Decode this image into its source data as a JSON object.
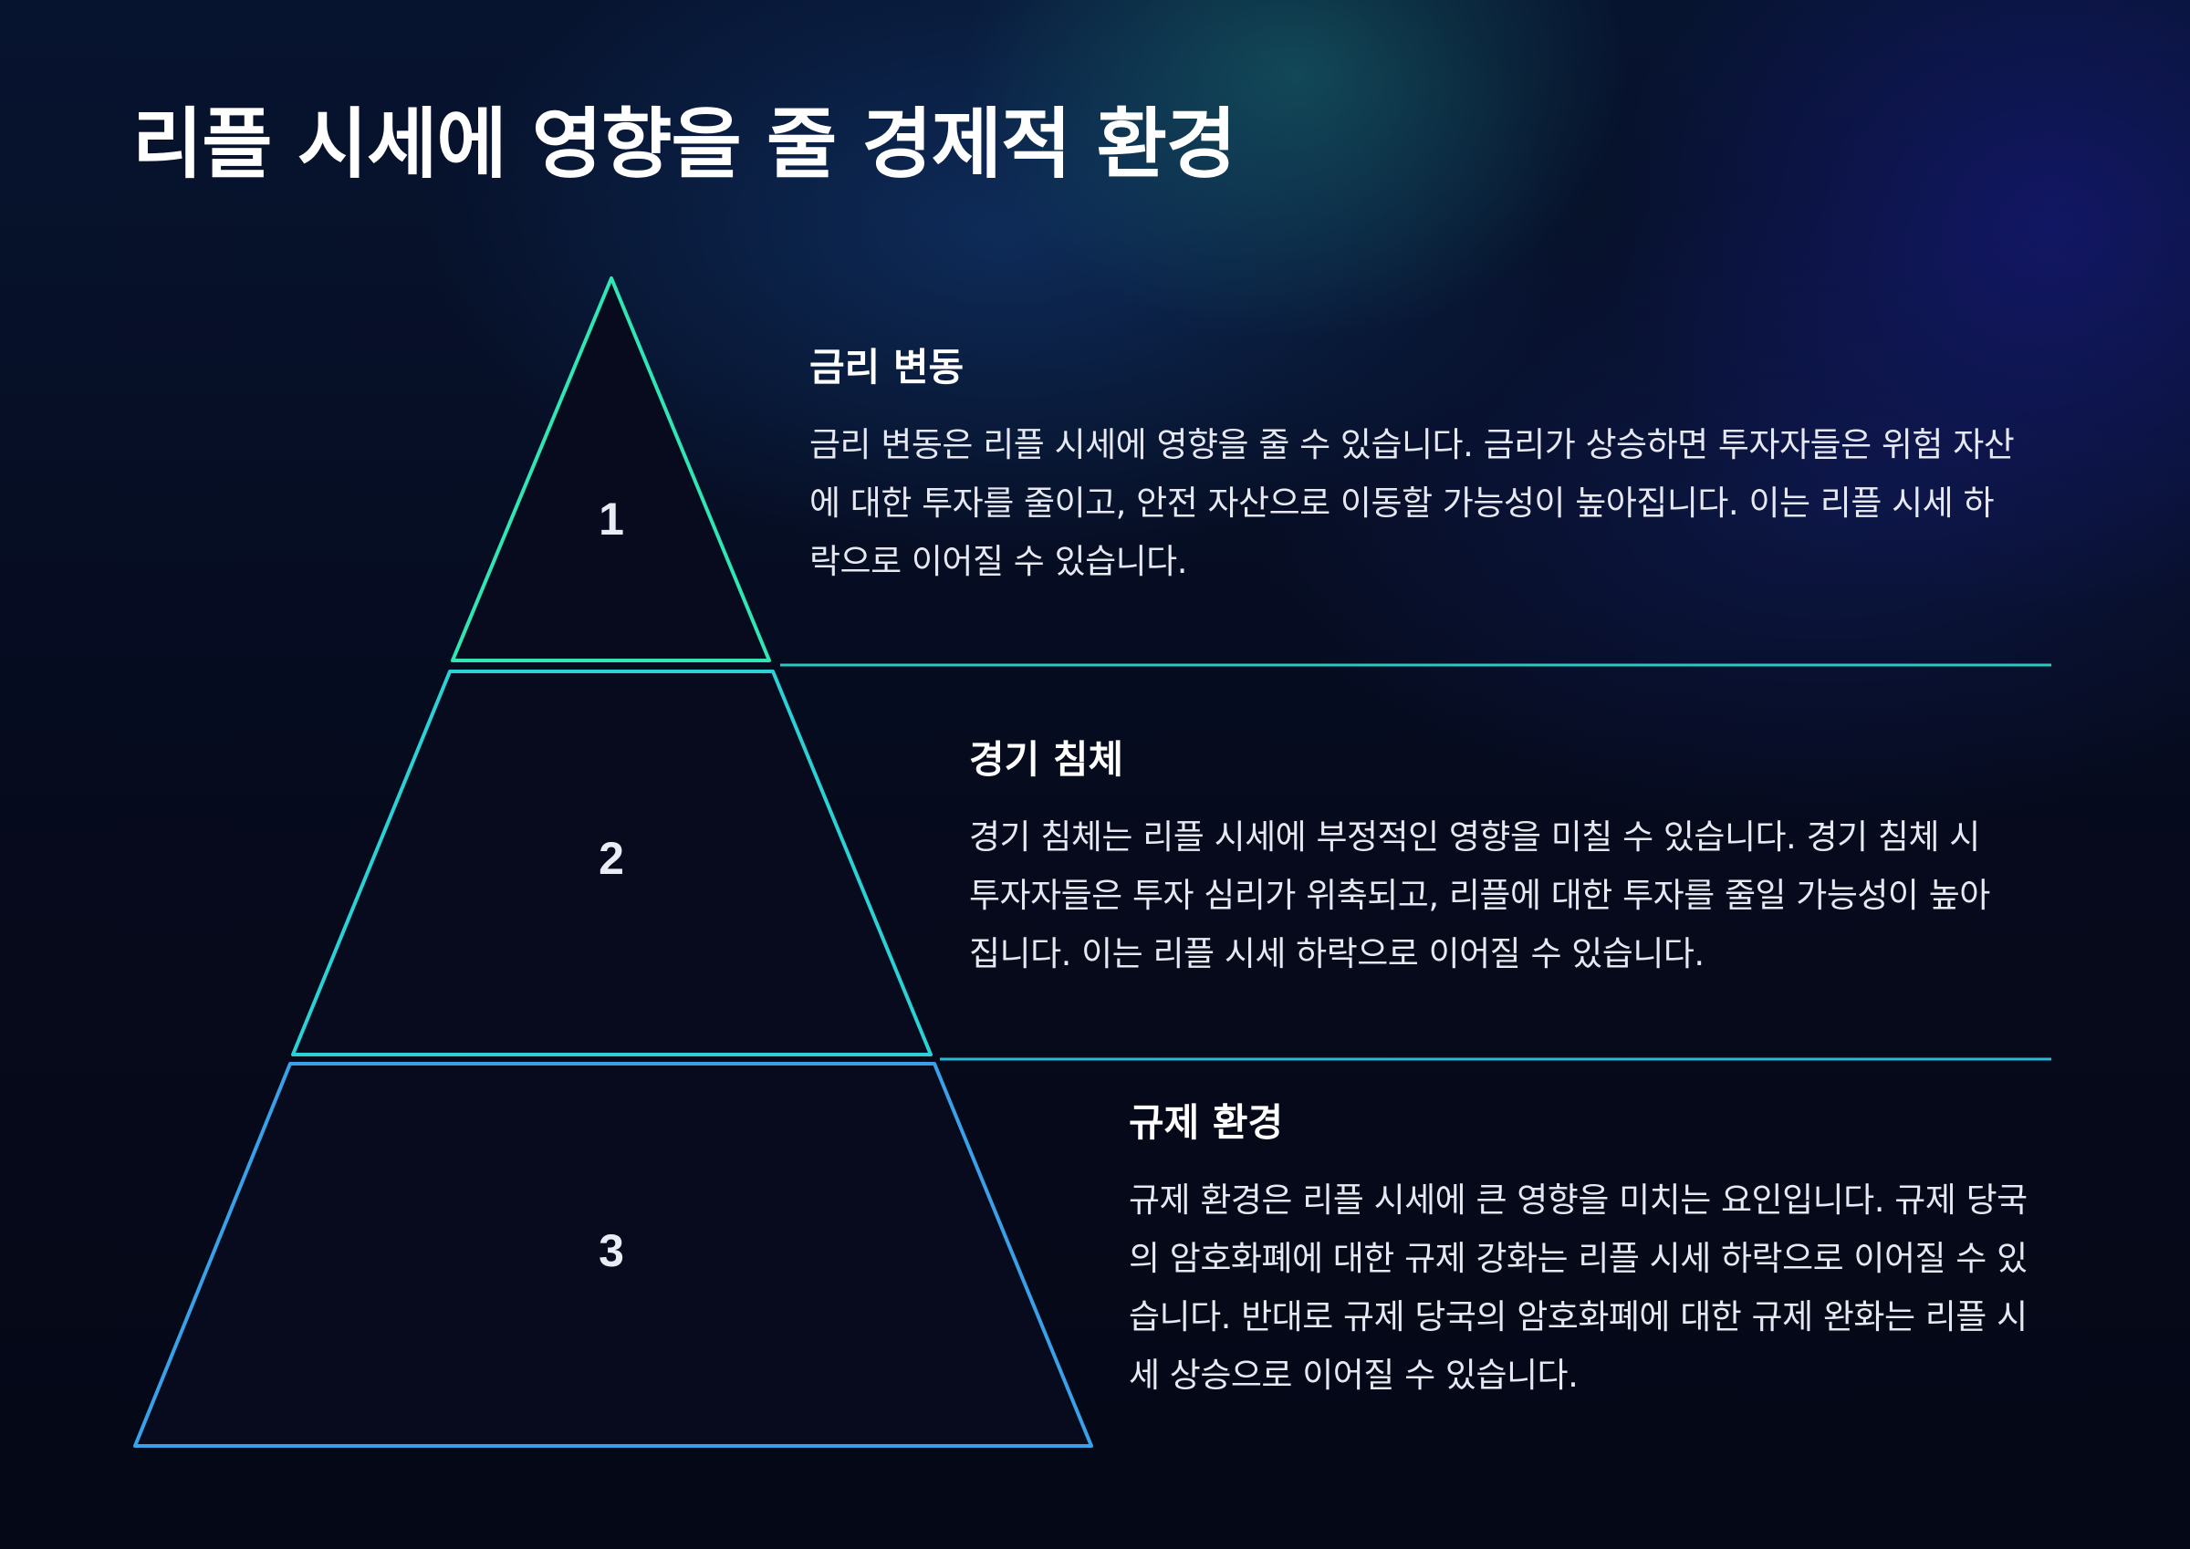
{
  "title": "리플 시세에 영향을 줄 경제적 환경",
  "colors": {
    "background": "#060a1c",
    "level_1_stroke": "#2fe6b4",
    "level_2_stroke": "#2ad2d6",
    "level_3_stroke": "#3aa0e8",
    "divider": "#2bc8c0",
    "text": "#ffffff"
  },
  "levels": [
    {
      "number": "1",
      "heading": "금리 변동",
      "body": "금리 변동은 리플 시세에 영향을 줄 수 있습니다. 금리가 상승하면 투자자들은 위험 자산에 대한 투자를 줄이고, 안전 자산으로 이동할 가능성이 높아집니다. 이는 리플 시세 하락으로 이어질 수 있습니다."
    },
    {
      "number": "2",
      "heading": "경기 침체",
      "body": "경기 침체는 리플 시세에 부정적인 영향을 미칠 수 있습니다. 경기 침체 시 투자자들은 투자 심리가 위축되고, 리플에 대한 투자를 줄일 가능성이 높아집니다. 이는 리플 시세 하락으로 이어질 수 있습니다."
    },
    {
      "number": "3",
      "heading": "규제 환경",
      "body": "규제 환경은 리플 시세에 큰 영향을 미치는 요인입니다. 규제 당국의 암호화폐에 대한 규제 강화는 리플 시세 하락으로 이어질 수 있습니다. 반대로 규제 당국의 암호화폐에 대한 규제 완화는 리플 시세 상승으로 이어질 수 있습니다."
    }
  ]
}
